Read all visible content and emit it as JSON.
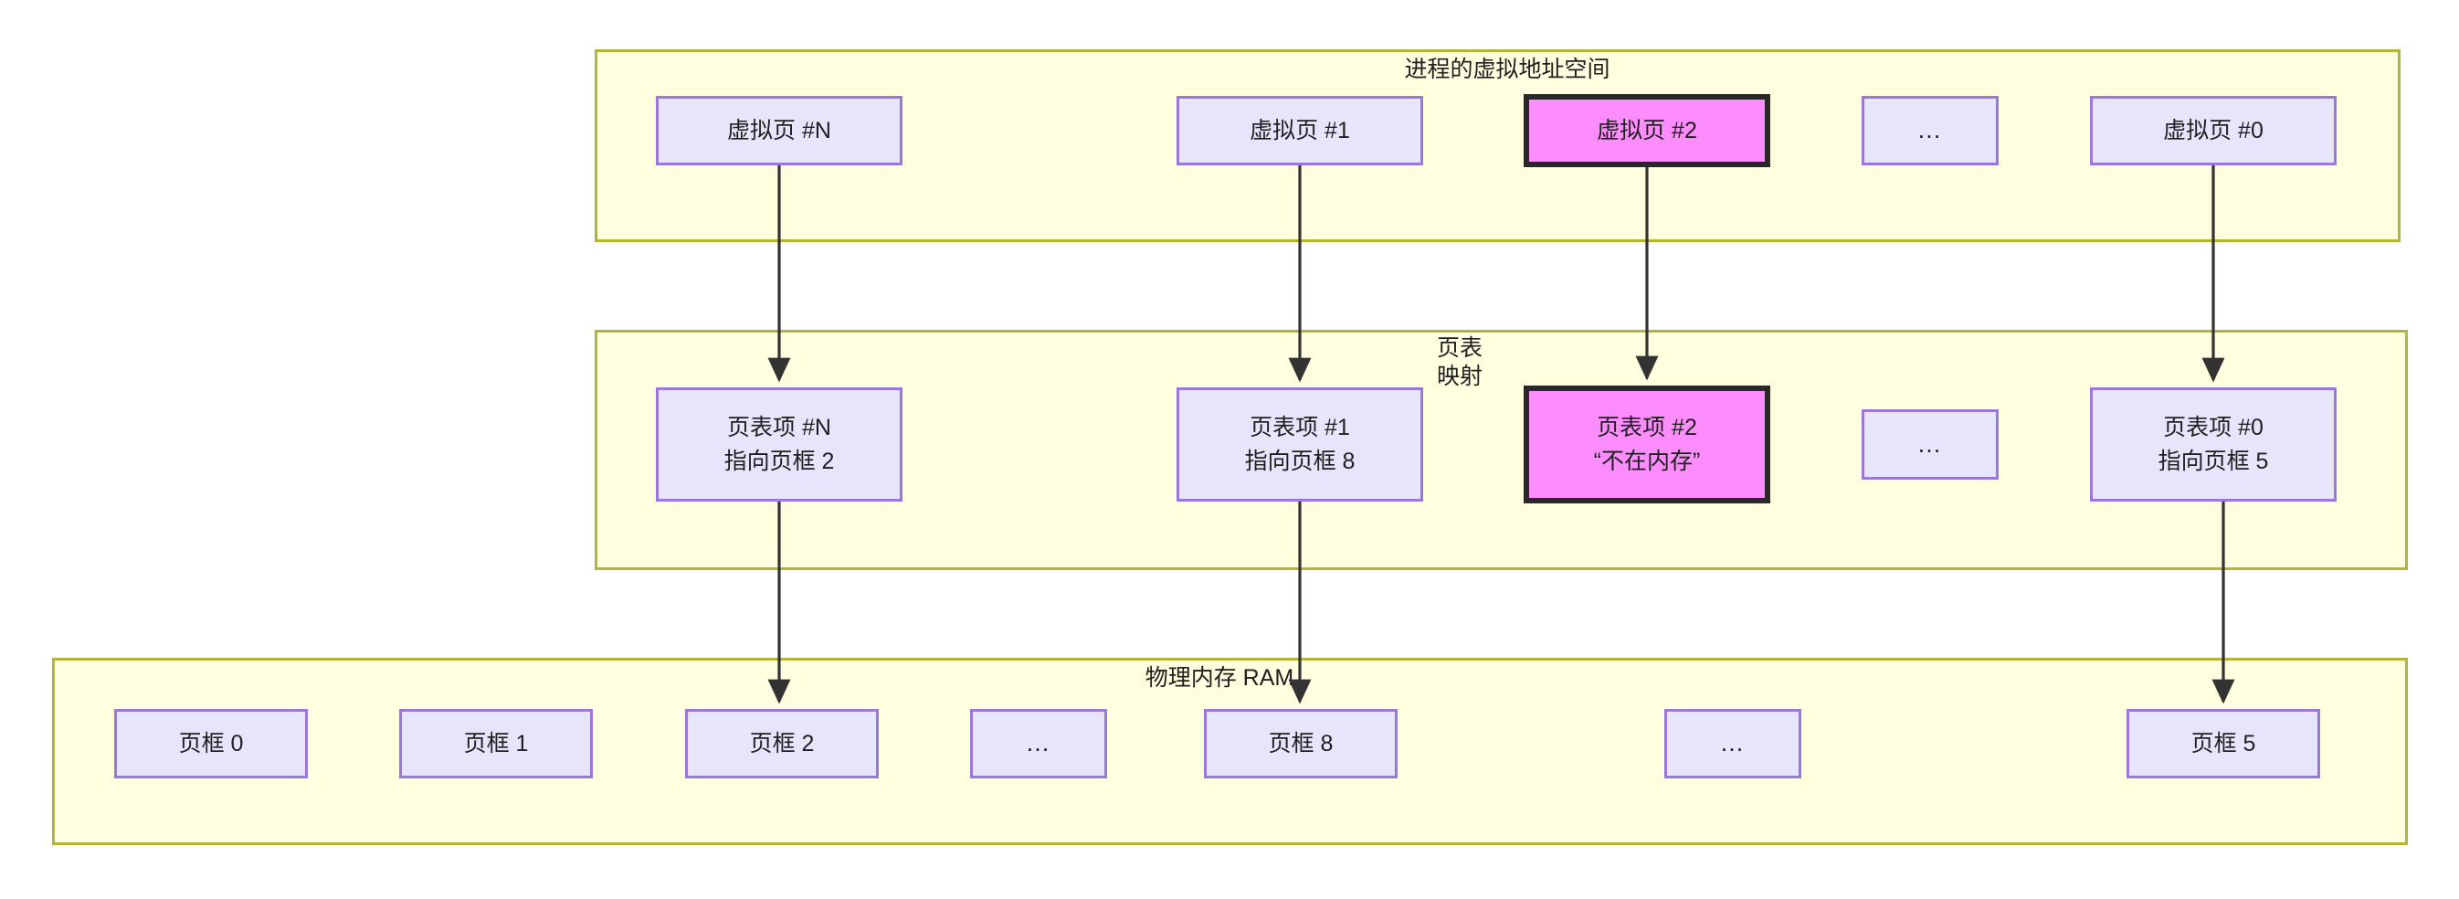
{
  "diagram": {
    "title_virtual": "进程的虚拟地址空间",
    "title_pagetable_line1": "页表",
    "title_pagetable_line2": "映射",
    "title_ram": "物理内存 RAM"
  },
  "virtual_pages": [
    {
      "label": "虚拟页 #N",
      "highlight": false
    },
    {
      "label": "虚拟页 #1",
      "highlight": false
    },
    {
      "label": "虚拟页 #2",
      "highlight": true
    },
    {
      "label": "…",
      "highlight": false
    },
    {
      "label": "虚拟页 #0",
      "highlight": false
    }
  ],
  "page_table_entries": [
    {
      "line1": "页表项 #N",
      "line2": "指向页框 2",
      "highlight": false
    },
    {
      "line1": "页表项 #1",
      "line2": "指向页框 8",
      "highlight": false
    },
    {
      "line1": "页表项 #2",
      "line2": "“不在内存”",
      "highlight": true
    },
    {
      "line1": "…",
      "line2": "",
      "highlight": false
    },
    {
      "line1": "页表项 #0",
      "line2": "指向页框 5",
      "highlight": false
    }
  ],
  "page_frames": [
    {
      "label": "页框 0"
    },
    {
      "label": "页框 1"
    },
    {
      "label": "页框 2"
    },
    {
      "label": "…"
    },
    {
      "label": "页框 8"
    },
    {
      "label": "…"
    },
    {
      "label": "页框 5"
    }
  ],
  "colors": {
    "region_fill": "#ffffdf",
    "region_border": "#b3b536",
    "node_fill": "#e7e5fb",
    "node_border": "#9a76dd",
    "highlight_fill": "#fd8cfd",
    "highlight_border": "#282828",
    "arrow": "#333333"
  }
}
